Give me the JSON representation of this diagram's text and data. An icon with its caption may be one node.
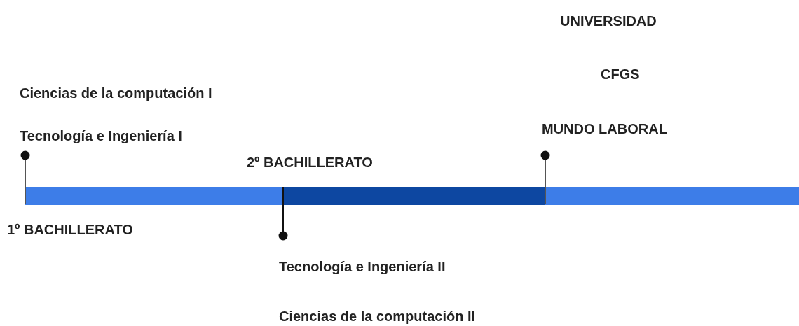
{
  "diagram": {
    "labels": [
      "UNIVERSIDAD",
      "CFGS",
      "Ciencias de la computación I",
      "Tecnología e Ingeniería I",
      "MUNDO LABORAL",
      "2º BACHILLERATO",
      "1º BACHILLERATO",
      "Tecnología e Ingeniería II",
      "Ciencias de la computación II"
    ]
  }
}
